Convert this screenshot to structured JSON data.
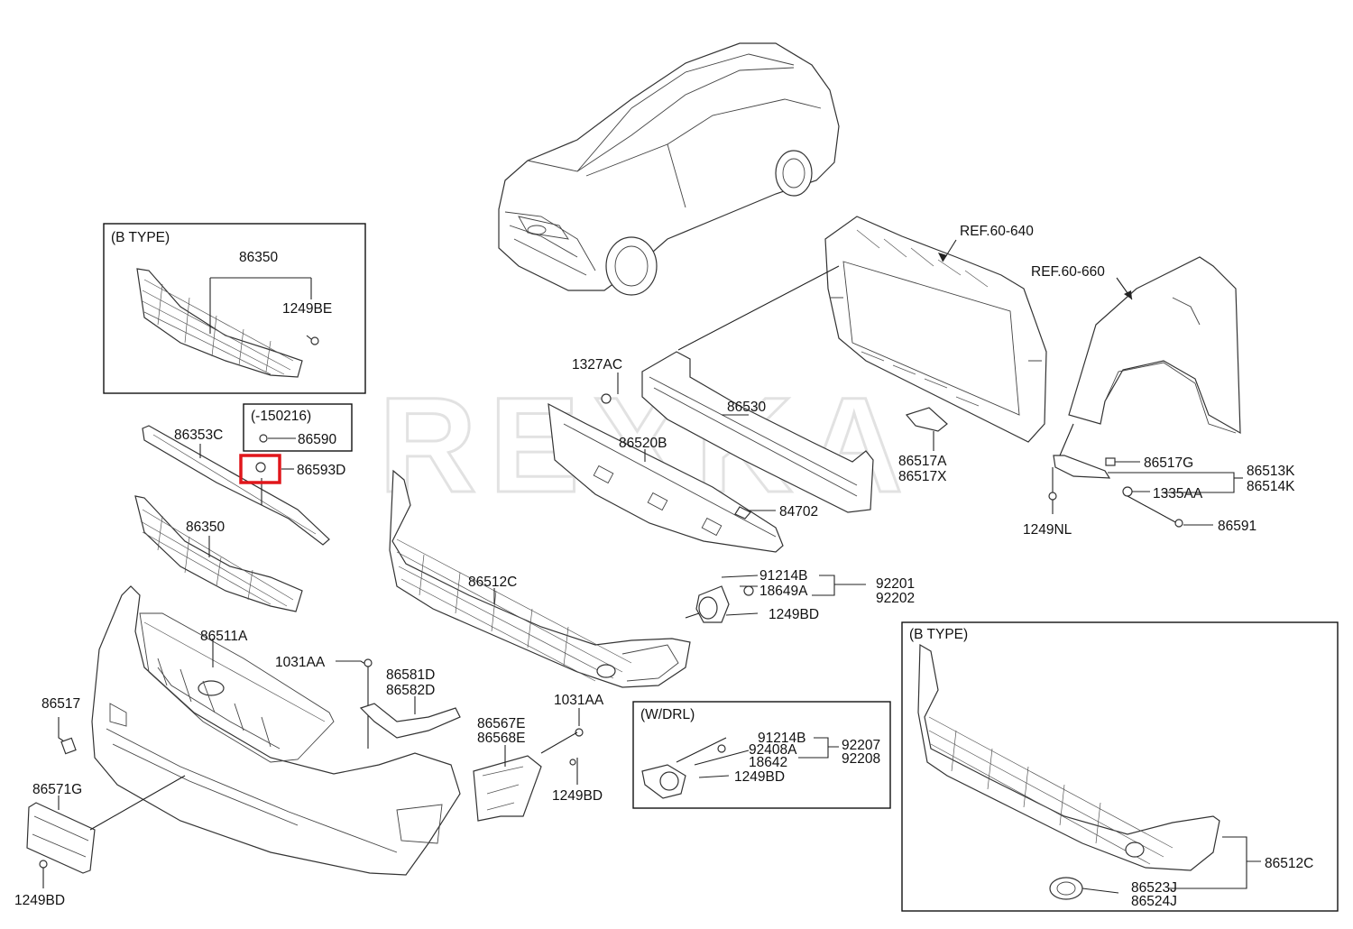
{
  "watermark": "REXKA",
  "highlight_color": "#e0161b",
  "boxes": {
    "b_type_grille": "(B TYPE)",
    "b_type_bumper": "(B TYPE)",
    "w_drl": "(W/DRL)",
    "date_note": "(-150216)"
  },
  "labels": {
    "l86350_top": "86350",
    "l1249BE": "1249BE",
    "l86353C": "86353C",
    "l86590": "86590",
    "l86593D": "86593D",
    "l86350": "86350",
    "l86511A": "86511A",
    "l1031AA_a": "1031AA",
    "l86581D": "86581D",
    "l86582D": "86582D",
    "l86517": "86517",
    "l86571G": "86571G",
    "l1249BD_bl": "1249BD",
    "l86567E": "86567E",
    "l86568E": "86568E",
    "l1031AA_b": "1031AA",
    "l1249BD_b": "1249BD",
    "l86512C": "86512C",
    "l1327AC": "1327AC",
    "l86530": "86530",
    "l86520B": "86520B",
    "l84702": "84702",
    "lREF640": "REF.60-640",
    "lREF660": "REF.60-660",
    "l86517A": "86517A",
    "l86517X": "86517X",
    "l86517G": "86517G",
    "l86513K": "86513K",
    "l86514K": "86514K",
    "l1335AA": "1335AA",
    "l1249NL": "1249NL",
    "l86591": "86591",
    "l91214B_a": "91214B",
    "l18649A": "18649A",
    "l92201": "92201",
    "l92202": "92202",
    "l1249BD_c": "1249BD",
    "l91214B_b": "91214B",
    "l92408A": "92408A",
    "l18642": "18642",
    "l92207": "92207",
    "l92208": "92208",
    "l1249BD_d": "1249BD",
    "l86512C_b": "86512C",
    "l86523J": "86523J",
    "l86524J": "86524J"
  }
}
